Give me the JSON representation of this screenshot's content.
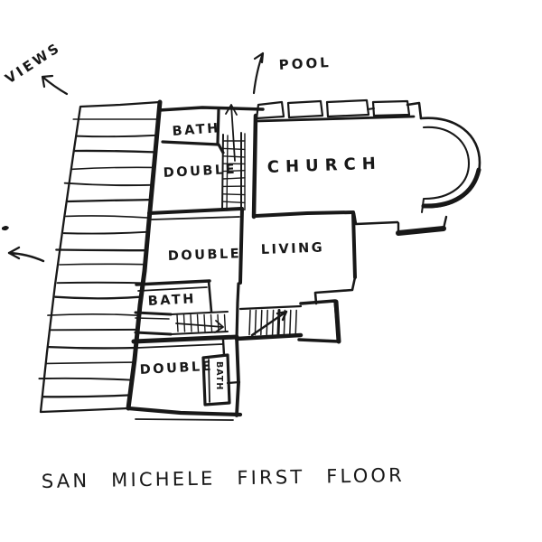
{
  "caption": "SAN MICHELE FIRST FLOOR",
  "annotations": {
    "views": "VIEWS",
    "pool": "POOL"
  },
  "rooms": {
    "bath_top": "BATH",
    "double_top": "DOUBLE",
    "church": "CHURCH",
    "double_middle": "DOUBLE",
    "living": "LIVING",
    "bath_middle": "BATH",
    "double_bottom": "DOUBLE",
    "bath_bottom": "BATH"
  },
  "colors": {
    "ink": "#181818",
    "paper": "#ffffff"
  }
}
